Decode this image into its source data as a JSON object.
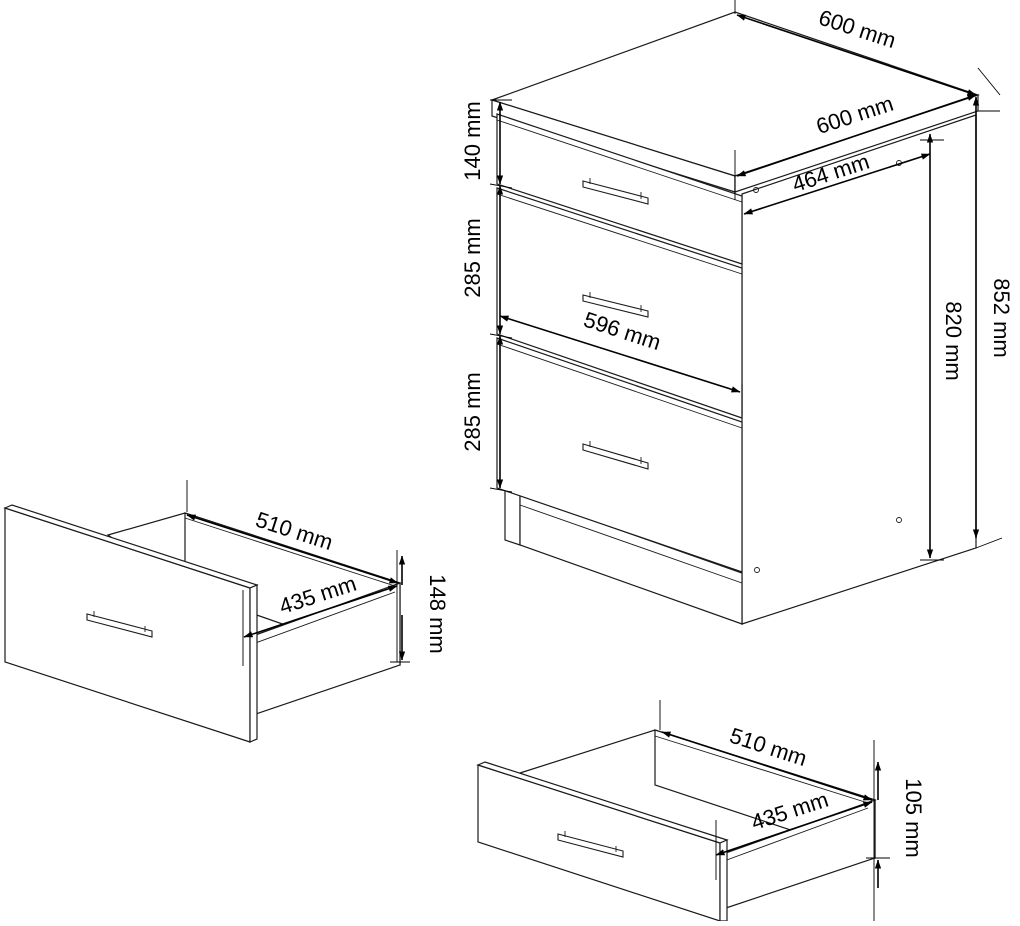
{
  "cabinet": {
    "labels": {
      "top_depth": "600 mm",
      "top_width": "600 mm",
      "body_depth": "464 mm",
      "drawer_front_width": "596 mm",
      "total_height": "852 mm",
      "body_height": "820 mm",
      "drawer1_height": "140 mm",
      "drawer2_height": "285 mm",
      "drawer3_height": "285 mm"
    }
  },
  "drawer_large": {
    "labels": {
      "length": "510 mm",
      "inner_width": "435 mm",
      "height": "148 mm"
    }
  },
  "drawer_small": {
    "labels": {
      "length": "510 mm",
      "inner_width": "435 mm",
      "height": "105 mm"
    }
  }
}
